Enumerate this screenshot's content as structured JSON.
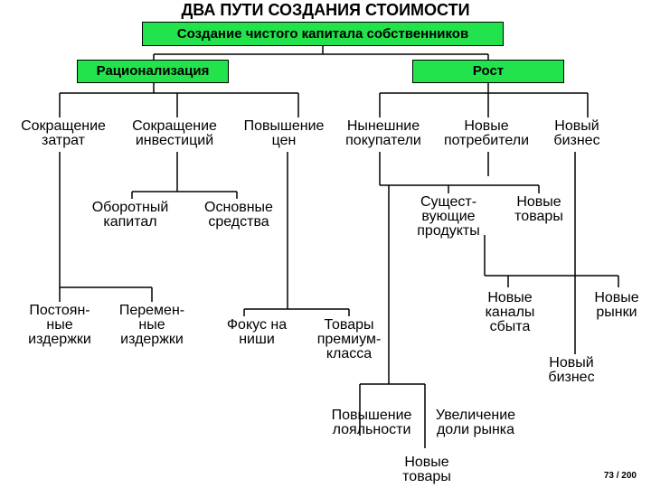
{
  "title": "ДВА ПУТИ СОЗДАНИЯ СТОИМОСТИ",
  "root": "Создание чистого капитала собственников",
  "rationalization": "Рационализация",
  "growth": "Рост",
  "level2": {
    "cost_cut": "Сокращение\nзатрат",
    "invest_cut": "Сокращение\nинвестиций",
    "price_up": "Повышение\nцен",
    "current_buyers": "Нынешние\nпокупатели",
    "new_consumers": "Новые\nпотребители",
    "new_business": "Новый\nбизнес"
  },
  "level3": {
    "working_capital": "Оборотный\nкапитал",
    "fixed_assets": "Основные\nсредства",
    "existing_products": "Сущест-\nвующие\nпродукты",
    "new_products": "Новые\nтовары"
  },
  "level4": {
    "fixed_costs": "Постоян-\nные\nиздержки",
    "variable_costs": "Перемен-\nные\nиздержки",
    "niche_focus": "Фокус на\nниши",
    "premium_goods": "Товары\nпремиум-\nкласса",
    "new_channels": "Новые\nканалы\nсбыта",
    "new_markets": "Новые\nрынки",
    "new_business2": "Новый\nбизнес"
  },
  "level5": {
    "loyalty_up": "Повышение\nлояльности",
    "market_share_up": "Увеличение\nдоли рынка",
    "new_goods": "Новые\nтовары"
  },
  "page_number": "73 / 200",
  "colors": {
    "box_fill": "#22e34c",
    "line": "#000000"
  }
}
